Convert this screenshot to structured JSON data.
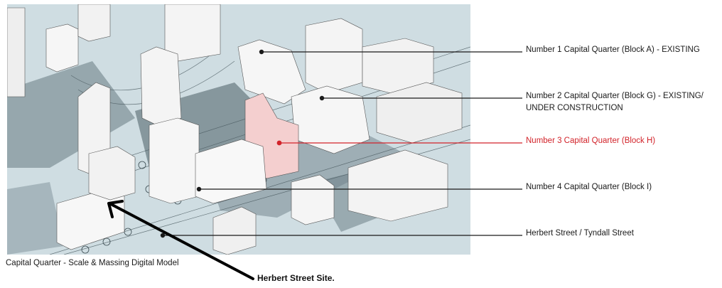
{
  "figure": {
    "caption": "Capital Quarter  -  Scale & Massing Digital Model",
    "site_label": "Herbert Street Site.",
    "colors": {
      "leader_line": "#1a1a1a",
      "highlight": "#d2232a",
      "highlight_block_fill": "#f4cfcf",
      "ground": "#cfdde2",
      "shadow": "#6d7f86",
      "building": "#f4f4f4"
    }
  },
  "callouts": [
    {
      "id": "block-a",
      "line1": "Number 1 Capital Quarter (Block A) -  EXISTING",
      "line2": "",
      "color": "#1a1a1a"
    },
    {
      "id": "block-g",
      "line1": "Number 2 Capital Quarter (Block G) -  EXISTING/",
      "line2": "UNDER CONSTRUCTION",
      "color": "#1a1a1a"
    },
    {
      "id": "block-h",
      "line1": "Number 3 Capital Quarter (Block H)",
      "line2": "",
      "color": "#d2232a"
    },
    {
      "id": "block-i",
      "line1": "Number 4 Capital Quarter (Block I)",
      "line2": "",
      "color": "#1a1a1a"
    },
    {
      "id": "street",
      "line1": "Herbert Street / Tyndall Street",
      "line2": "",
      "color": "#1a1a1a"
    }
  ]
}
